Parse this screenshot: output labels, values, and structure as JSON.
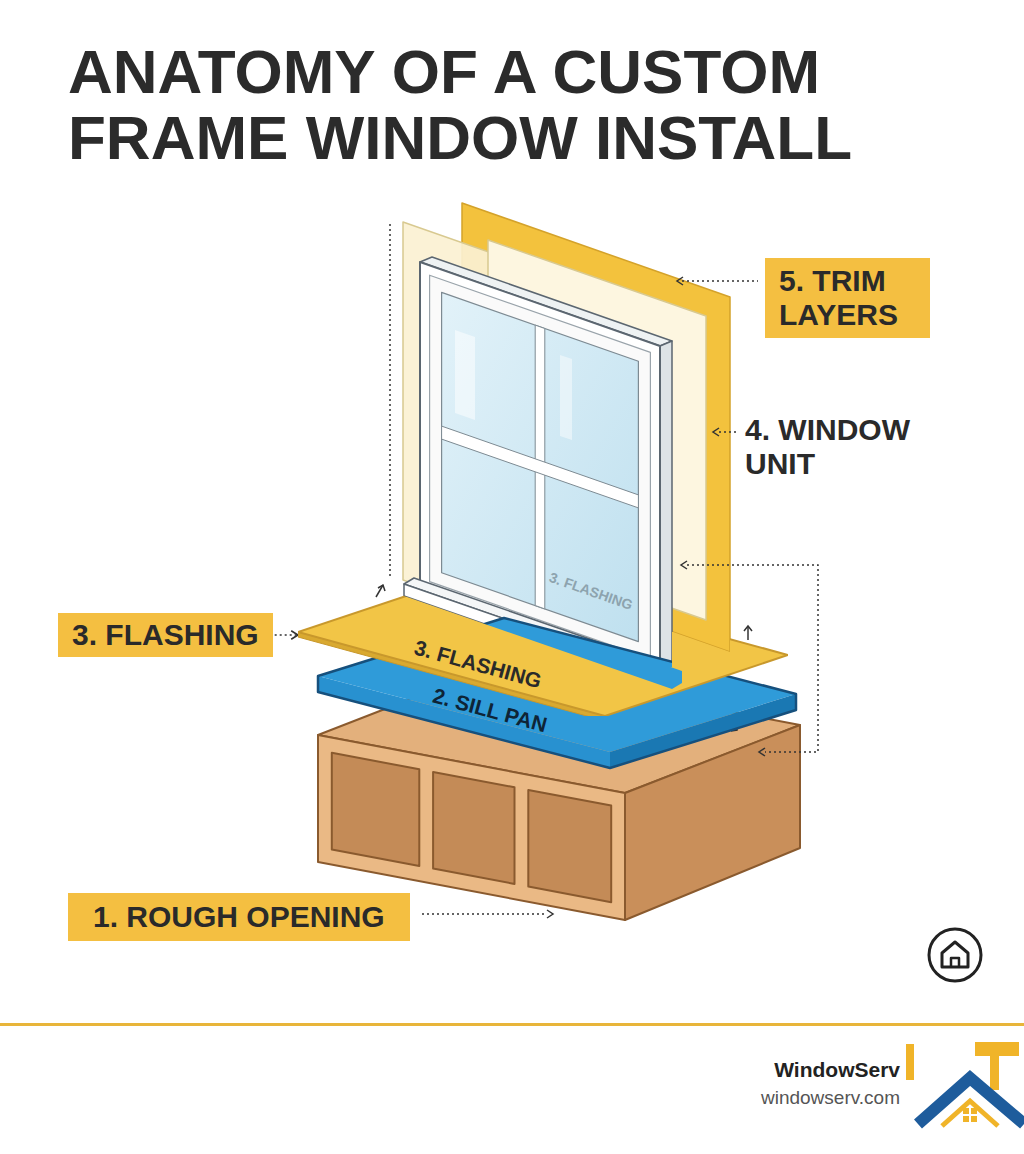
{
  "diagram": {
    "title": "ANATOMY OF A CUSTOM FRAME WINDOW INSTALL",
    "nodes": [
      {
        "text": [
          "5. TRIM LAYERS"
        ]
      },
      {
        "text": [
          "3. FLASHING"
        ]
      },
      {
        "text": [
          "3. FLASHING"
        ]
      },
      {
        "text": [
          "2. SILL PAN"
        ]
      },
      {
        "text": [
          "1. ROUGH OPENING"
        ]
      }
    ],
    "edges": [
      {
        "from": 1,
        "to": 2,
        "arrow": "to"
      }
    ],
    "labels": [
      "4. WINDOW UNIT",
      "3. FLASHING",
      "WindowServ",
      "windowserv.com"
    ]
  }
}
